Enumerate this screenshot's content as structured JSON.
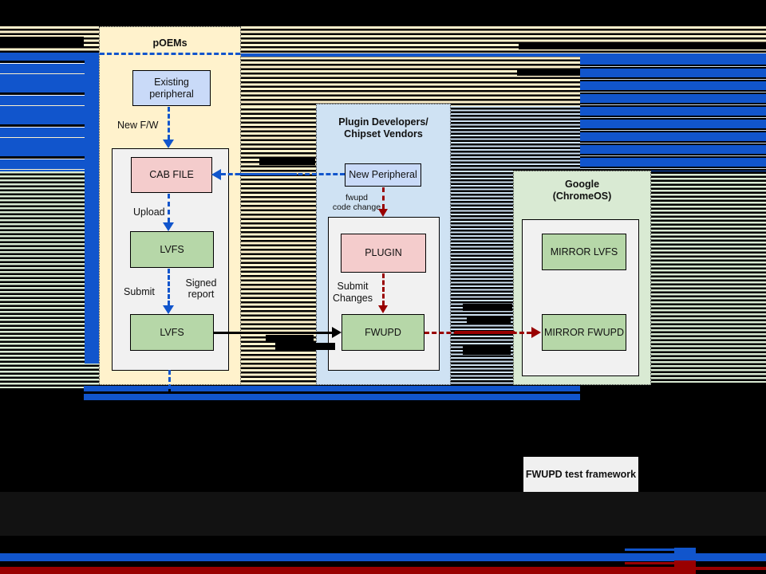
{
  "colors": {
    "blue": "#1155cc",
    "dark_red": "#990000",
    "cream": "#fff2cc",
    "light_blue": "#cfe2f3",
    "light_green": "#d9ead3",
    "pink": "#f4cccc",
    "box_green": "#b6d7a8",
    "box_blue": "#c9daf8"
  },
  "oem": {
    "title": "pOEMs",
    "existing_peripheral": "Existing peripheral",
    "new_fw": "New F/W",
    "cab_file": "CAB FILE",
    "upload": "Upload",
    "lvfs_top": "LVFS",
    "submit": "Submit",
    "signed_report": "Signed report",
    "lvfs_bottom": "LVFS"
  },
  "plugin_dev": {
    "title_line1": "Plugin Developers/",
    "title_line2": "Chipset Vendors",
    "new_peripheral": "New Peripheral",
    "fwupd_change_line1": "fwupd",
    "fwupd_change_line2": "code change",
    "plugin": "PLUGIN",
    "submit_changes": "Submit Changes",
    "fwupd": "FWUPD"
  },
  "google": {
    "title_line1": "Google",
    "title_line2": "(ChromeOS)",
    "mirror_lvfs": "MIRROR LVFS",
    "mirror_fwupd": "MIRROR FWUPD"
  },
  "footer": {
    "test_framework": "FWUPD test framework"
  }
}
